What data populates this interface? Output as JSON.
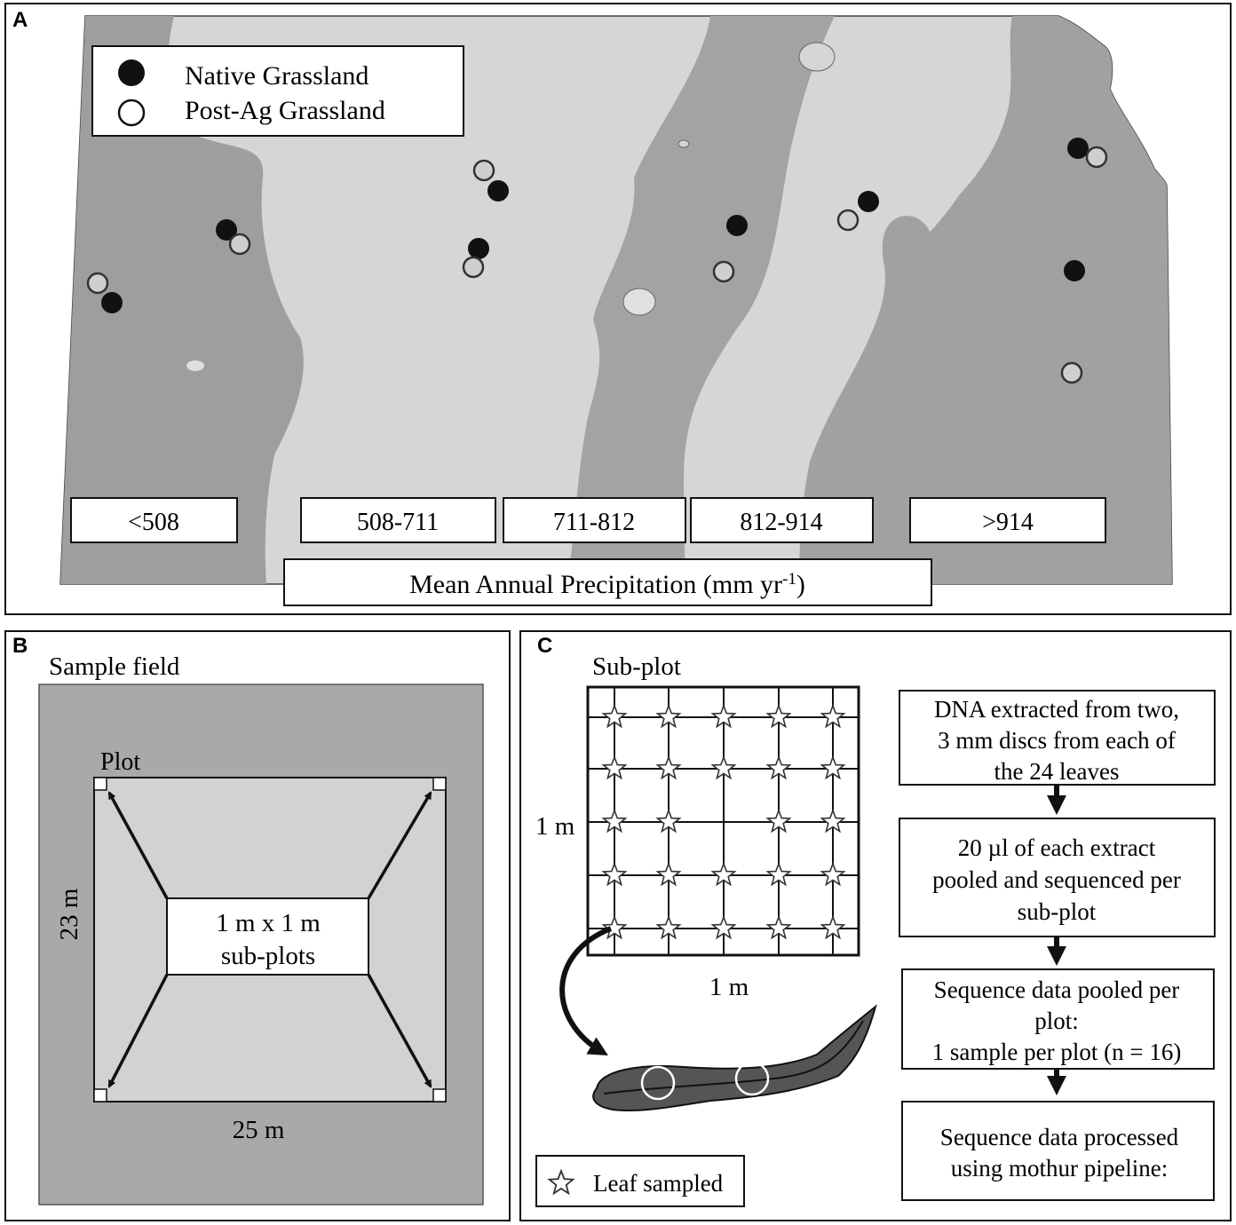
{
  "panel_a": {
    "letter": "A",
    "legend": {
      "native": "Native Grassland",
      "post_ag": "Post-Ag Grassland"
    },
    "zones": [
      "<508",
      "508-711",
      "711-812",
      "812-914",
      ">914"
    ],
    "caption": "Mean Annual Precipitation (mm yr",
    "caption_sup": "-1",
    "caption_close": ")",
    "colors": {
      "dark_zone": "#9e9e9e",
      "light_zone": "#d6d6d6",
      "native": "#111111",
      "post_ag": "#cfcfcf"
    }
  },
  "panel_b": {
    "letter": "B",
    "field_label": "Sample field",
    "plot_label": "Plot",
    "height_label": "23 m",
    "width_label": "25 m",
    "center_line1": "1 m x 1 m",
    "center_line2": "sub-plots",
    "colors": {
      "field": "#a9a9a9",
      "plot": "#d2d2d2"
    }
  },
  "panel_c": {
    "letter": "C",
    "subplot_label": "Sub-plot",
    "side_label": "1 m",
    "bottom_label": "1 m",
    "legend_label": "Leaf sampled",
    "steps": [
      [
        "DNA extracted from two,",
        "3 mm discs from each of",
        "the 24 leaves"
      ],
      [
        "20 µl of each extract",
        "pooled and sequenced per",
        "sub-plot"
      ],
      [
        "Sequence data pooled per",
        "plot:",
        "1 sample per plot (n = 16)"
      ],
      [
        "Sequence data processed",
        "using mothur pipeline:"
      ]
    ],
    "colors": {
      "leaf": "#555555"
    }
  }
}
